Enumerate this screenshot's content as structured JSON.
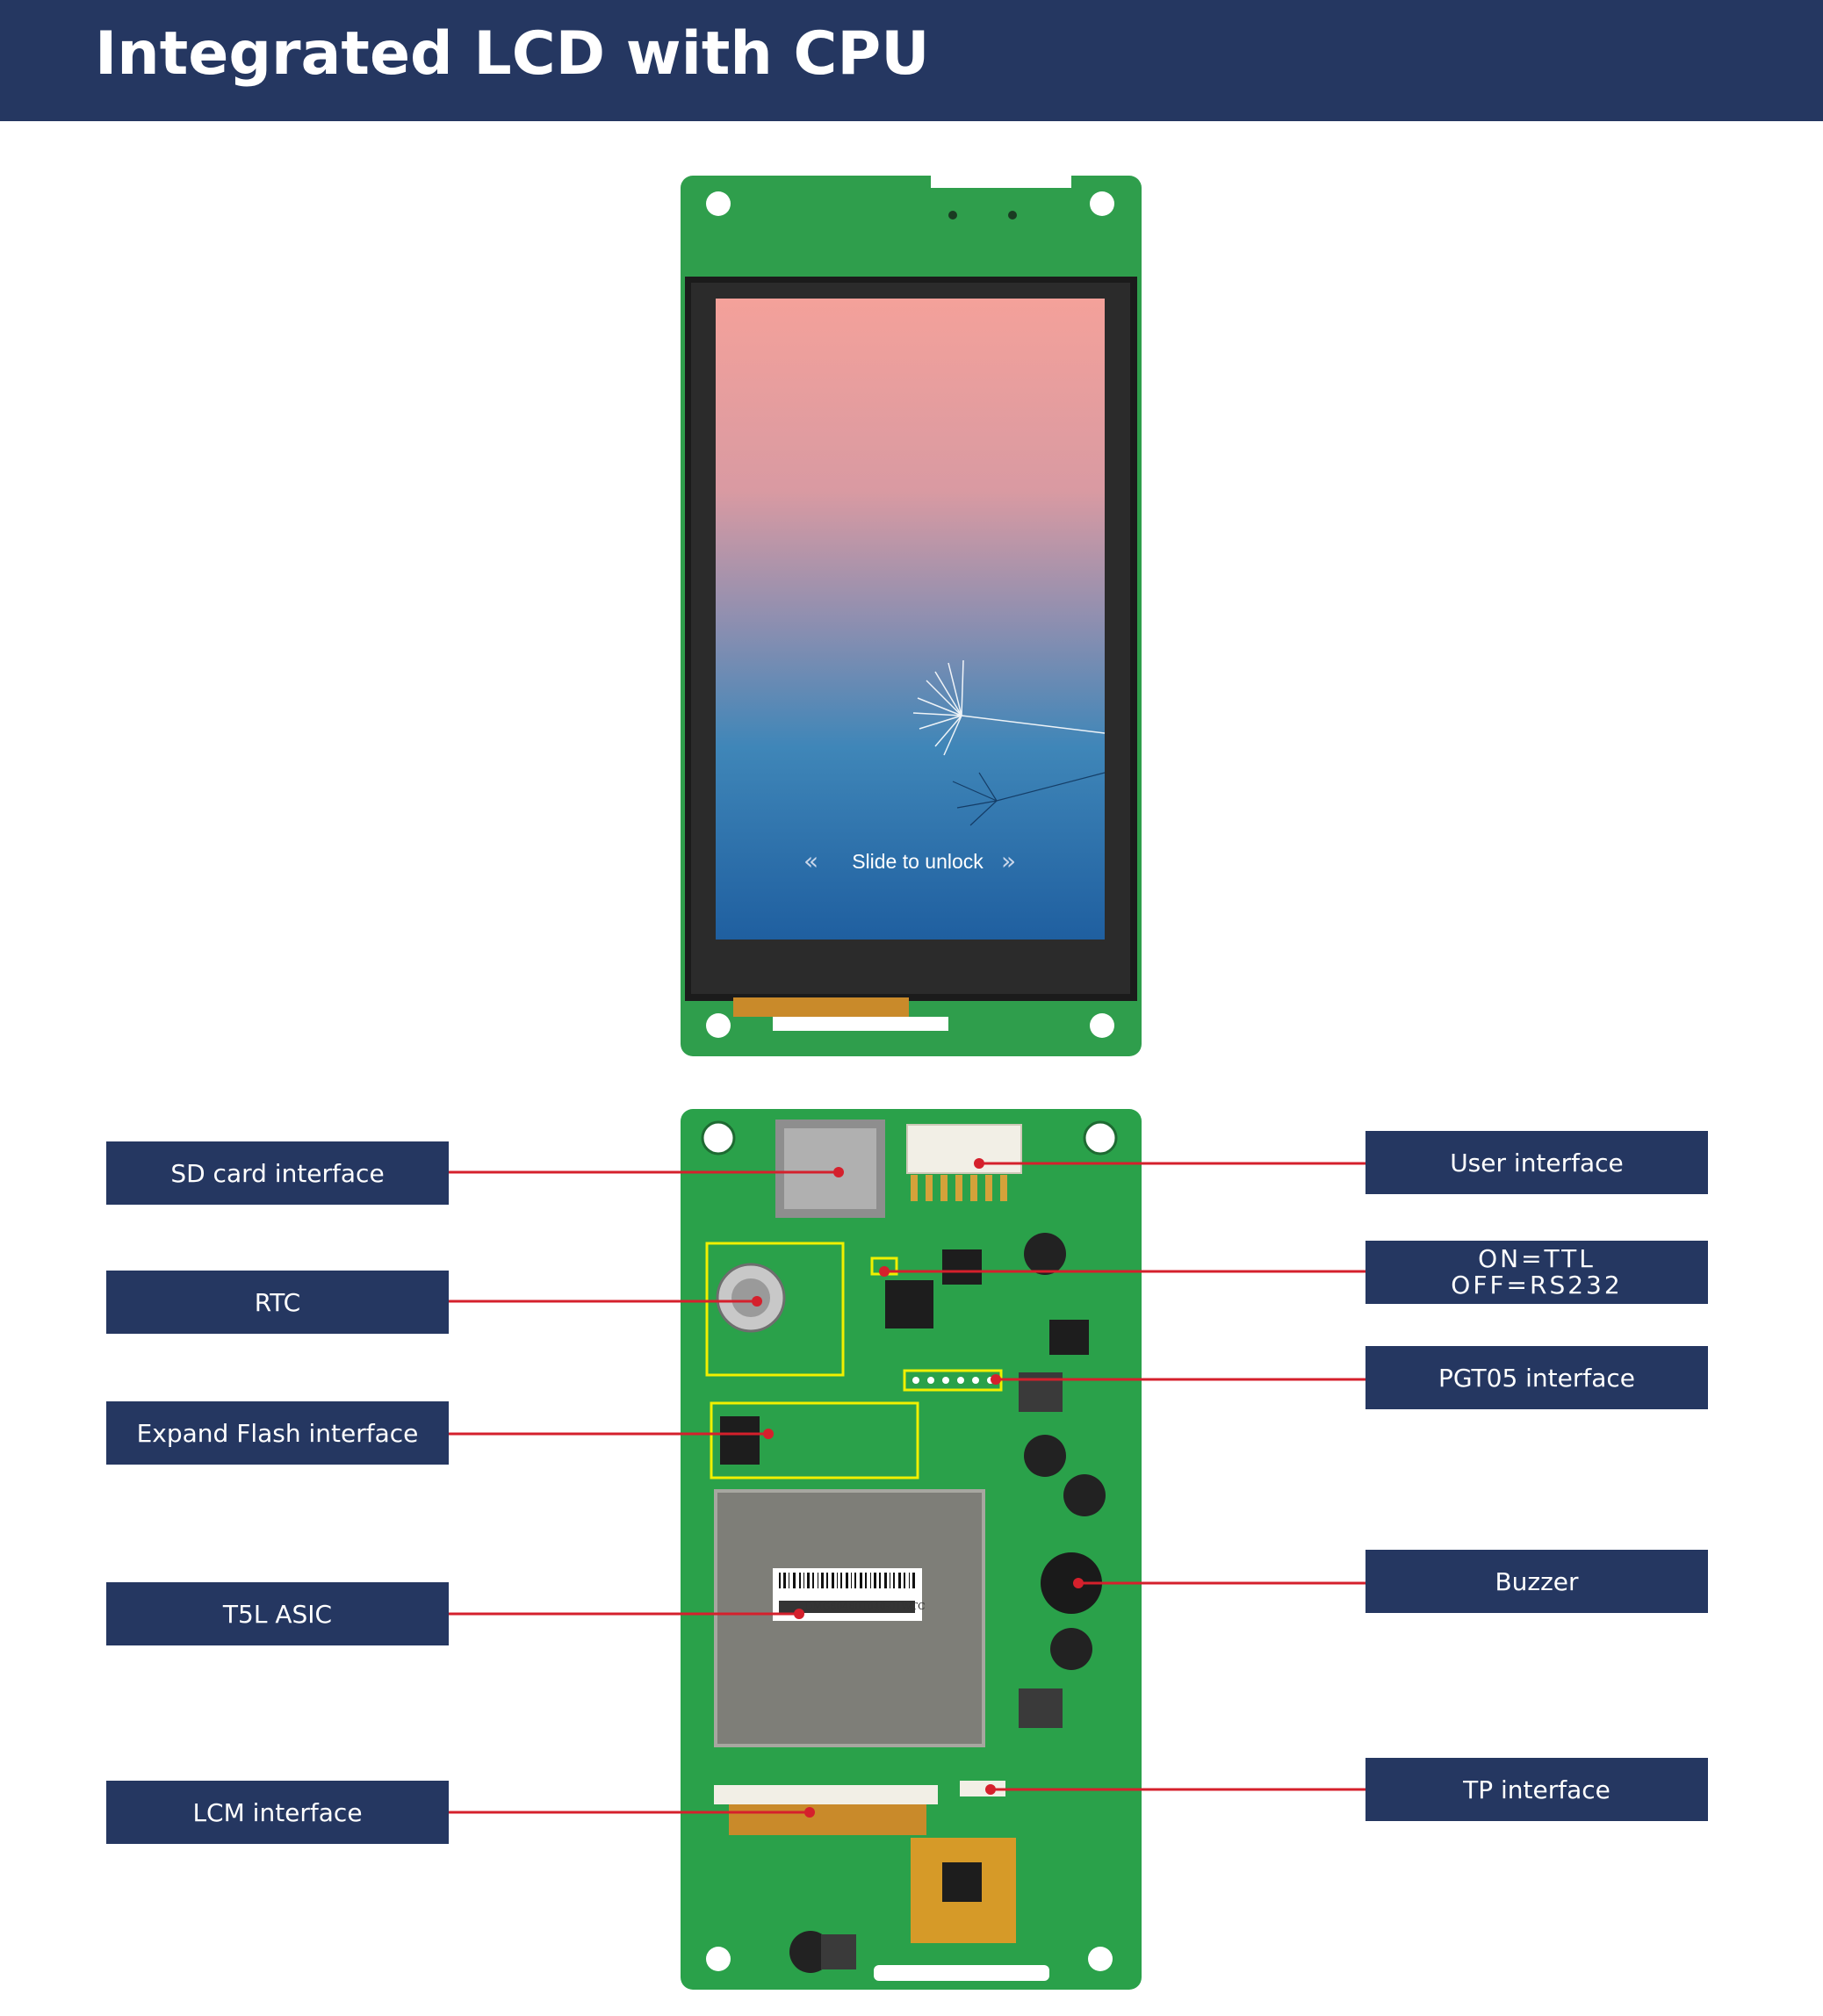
{
  "header": {
    "title": "Integrated LCD with CPU"
  },
  "screen": {
    "slide_text": "Slide to unlock",
    "left_arrow": "«",
    "right_arrow": "»"
  },
  "board_markings": {
    "barcode": "DMG80480T040-01WTC"
  },
  "labels": {
    "left": [
      {
        "text": "SD card interface"
      },
      {
        "text": "RTC"
      },
      {
        "text": "Expand Flash interface"
      },
      {
        "text": "T5L ASIC"
      },
      {
        "text": "LCM interface"
      }
    ],
    "right": [
      {
        "text": "User interface"
      },
      {
        "line1": "ON=TTL",
        "line2": "OFF=RS232"
      },
      {
        "text": "PGT05 interface"
      },
      {
        "text": "Buzzer"
      },
      {
        "text": "TP interface"
      }
    ]
  },
  "colors": {
    "label_bg": "#253761",
    "leader_line": "#d5202c",
    "pcb_green": "#2aa14a",
    "highlight_box": "#f0f000"
  }
}
